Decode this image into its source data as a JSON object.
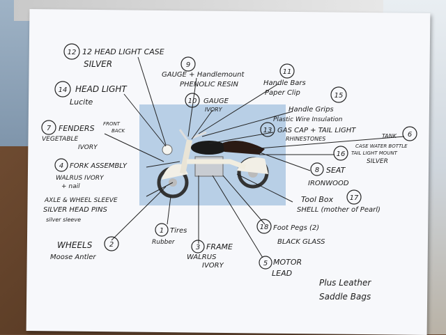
{
  "labels": {
    "l12a": "12 HEAD LIGHT CASE",
    "l12b": "SILVER",
    "l9a": "GAUGE + Handlemount",
    "l9b": "PHENOLIC RESIN",
    "l11a": "Handle Bars",
    "l11b": "Paper Clip",
    "l14a": "HEAD LIGHT",
    "l14b": "Lucite",
    "l10a": "GAUGE",
    "l10b": "IVORY",
    "l15a": "Handle Grips",
    "l15b": "Plastic Wire Insulation",
    "l7a": "FENDERS",
    "l7f": "FRONT",
    "l7r": "BACK",
    "l7b": "VEGETABLE",
    "l7c": "IVORY",
    "l13a": "GAS CAP + TAIL LIGHT",
    "l13b": "RHINESTONES",
    "l6a": "TANK",
    "l16a": "CASE WATER BOTTLE",
    "l16b": "TAIL LIGHT MOUNT",
    "l16c": "SILVER",
    "l4a": "FORK ASSEMBLY",
    "l4b": "WALRUS IVORY",
    "l4c": "+ nail",
    "l8a": "SEAT",
    "l8b": "IRONWOOD",
    "lAxa": "AXLE & WHEEL SLEEVE",
    "lAxb": "SILVER HEAD PINS",
    "lAxc": "silver sleeve",
    "l17a": "Tool Box",
    "l17b": "SHELL (mother of Pearl)",
    "l1a": "Tires",
    "l1b": "Rubber",
    "l18a": "Foot Pegs (2)",
    "l18b": "BLACK GLASS",
    "l2a": "WHEELS",
    "l2b": "Moose Antler",
    "l3a": "FRAME",
    "l3b": "WALRUS",
    "l3c": "IVORY",
    "l5a": "MOTOR",
    "l5b": "LEAD",
    "plus1": "Plus Leather",
    "plus2": "Saddle Bags"
  },
  "numbers": {
    "n12": "12",
    "n9": "9",
    "n11": "11",
    "n14": "14",
    "n10": "10",
    "n15": "15",
    "n7": "7",
    "n13": "13",
    "n6": "6",
    "n16": "16",
    "n4": "4",
    "n8": "8",
    "n17": "17",
    "n1": "1",
    "n18": "18",
    "n2": "2",
    "n3": "3",
    "n5": "5"
  }
}
